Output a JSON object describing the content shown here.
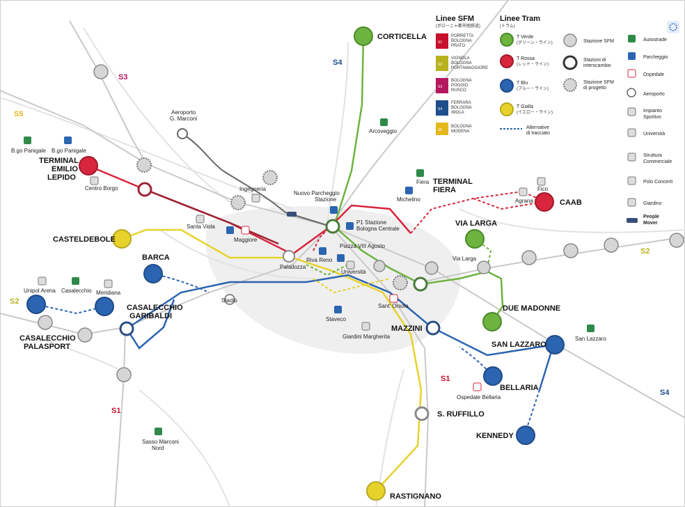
{
  "colors": {
    "green": "#6db33f",
    "red": "#d7263d",
    "blue": "#2b64b0",
    "yellow": "#e6d22b",
    "darkred": "#9b2335",
    "sfm_gray": "#c8c8c8",
    "s1": "#c8102e",
    "s2": "#b7b21e",
    "s3": "#b5175e",
    "s4": "#1f4e8c",
    "s5": "#e4b81c",
    "bologna_area": "#ececec",
    "road": "#e3e3e3"
  },
  "line_tags": {
    "s1_a": "S1",
    "s1_b": "S1",
    "s2_a": "S2",
    "s2_b": "S2",
    "s3": "S3",
    "s4_a": "S4",
    "s4_b": "S4",
    "s5": "S5"
  },
  "terminals": {
    "corticella": "CORTICELLA",
    "terminal_emilio_lepido": [
      "TERMINAL",
      "EMILIO",
      "LEPIDO"
    ],
    "terminal_fiera": [
      "TERMINAL",
      "FIERA"
    ],
    "caab": "CAAB",
    "casteldebole": "CASTELDEBOLE",
    "barca": "BARCA",
    "via_larga": "VIA LARGA",
    "casalecchio_garibaldi": [
      "CASALECCHIO",
      "GARIBALDI"
    ],
    "casalecchio_palasport": [
      "CASALECCHIO",
      "PALASPORT"
    ],
    "due_madonne": "DUE MADONNE",
    "mazzini": "MAZZINI",
    "san_lazzaro": "SAN LAZZARO",
    "bellaria": "BELLARIA",
    "s_ruffillo": "S. RUFFILLO",
    "kennedy": "KENNEDY",
    "rastignano": "RASTIGNANO"
  },
  "places": {
    "aeroporto": [
      "Aeroporto",
      "G. Marconi"
    ],
    "bgo_panigale_1": "B.go Panigale",
    "bgo_panigale_2": "B.go Panigale",
    "centro_borgo": "Centro Borgo",
    "ingegneria": "Ingegneria",
    "nuovo_parcheggio": [
      "Nuovo Parcheggio",
      "Stazione"
    ],
    "arcoveggio": "Arcoveggio",
    "fiera": "Fiera",
    "michelino": "Michelino",
    "agrana": "Agrana",
    "fico": "Fico",
    "santa_viola": "Santa Viola",
    "maggiore": "Maggiore",
    "p1_stazione": [
      "P1 Stazione",
      "Bologna Centrale"
    ],
    "riva_reno": "Riva Reno",
    "paladozza": "Paladozza",
    "piazza_viii_agosto": "Piazza VIII Agosto",
    "universita": "Università",
    "via_larga_small": "Via Larga",
    "santorsola": "Sant' Orsola",
    "stadio": "Stadio",
    "unipol_arena": "Unipol Arena",
    "casalecchio": "Casalecchio",
    "meridiana": "Meridiana",
    "staveco": "Staveco",
    "giardini_margherita": "Giardini Margherita",
    "san_lazzaro_small": "San Lazzaro",
    "ospedale_bellaria": "Ospedale Bellaria",
    "sasso_marconi": [
      "Sasso Marconi",
      "Nord"
    ]
  },
  "legend": {
    "sfm_title": "Linee SFM",
    "sfm_sub": "(ボローニャ都市圏鉄道)",
    "sfm_lines": [
      {
        "code": "S1",
        "color": "#c8102e",
        "text": [
          "PORRETTA",
          "BOLOGNA",
          "PRATO"
        ]
      },
      {
        "code": "S2",
        "color": "#b7b21e",
        "text": [
          "VIGNOLA",
          "BOLOGNA",
          "PORTAMAGGIORE"
        ]
      },
      {
        "code": "S3",
        "color": "#b5175e",
        "text": [
          "BOLOGNA",
          "POGGIO",
          "RUSCO"
        ]
      },
      {
        "code": "S4",
        "color": "#1f4e8c",
        "text": [
          "FERRARA",
          "BOLOGNA",
          "IMOLA"
        ]
      },
      {
        "code": "S5",
        "color": "#e4b81c",
        "text": [
          "BOLOGNA",
          "MODENA"
        ]
      }
    ],
    "tram_title": "Linee Tram",
    "tram_sub": "(トラム)",
    "tram_lines": [
      {
        "color": "#6db33f",
        "name": "T Verde",
        "sub": "(グリーン・ライン)"
      },
      {
        "color": "#d7263d",
        "name": "T Rossa",
        "sub": "(レッド・ライン)"
      },
      {
        "color": "#2b64b0",
        "name": "T Blu",
        "sub": "(ブルー・ライン)"
      },
      {
        "color": "#e6d22b",
        "name": "T Gialla",
        "sub": "(イエロー・ライン)"
      }
    ],
    "alternative": [
      "Alternative",
      "di tracciato"
    ],
    "stations": [
      [
        "Stazione SFM"
      ],
      [
        "Stazioni di",
        "interscambio"
      ],
      [
        "Stazione SFM",
        "di progetto"
      ]
    ],
    "poi": [
      [
        "Autostrade"
      ],
      [
        "Parcheggio"
      ],
      [
        "Ospedale"
      ],
      [
        "Aeroporto"
      ],
      [
        "Impianto",
        "Sportivo"
      ],
      [
        "Università"
      ],
      [
        "Struttura",
        "Commerciale"
      ],
      [
        "Polo Concerti"
      ],
      [
        "Giardino"
      ],
      [
        "People",
        "Mover"
      ]
    ]
  }
}
